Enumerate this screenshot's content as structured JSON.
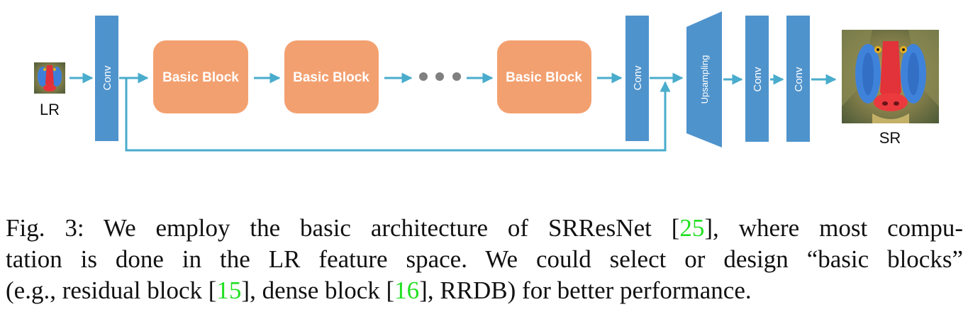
{
  "diagram": {
    "input_label": "LR",
    "output_label": "SR",
    "conv_label": "Conv",
    "block_label": "Basic Block",
    "upsampling_label": "Upsampling",
    "colors": {
      "conv": "#4f93cc",
      "block": "#f3a070",
      "arrow": "#4aaccc",
      "dots": "#808080",
      "block_text": "#ffffff",
      "citation": "#21e021"
    },
    "icons": [
      "mandrill-thumbnail-image",
      "mandrill-output-image"
    ]
  },
  "caption": {
    "line1": "Fig. 3: We employ the basic architecture of SRResNet ",
    "line1_bracket_open": "[",
    "ref1": "25",
    "line1_bracket_close": "], where most compu-",
    "line2": "tation is done in the LR feature space. We could select or design “basic blocks”",
    "line3_a": "(e.g., residual block ",
    "ref2": "15",
    "line3_b": ", dense block ",
    "ref3": "16",
    "line3_c": ", RRDB) for better performance."
  }
}
